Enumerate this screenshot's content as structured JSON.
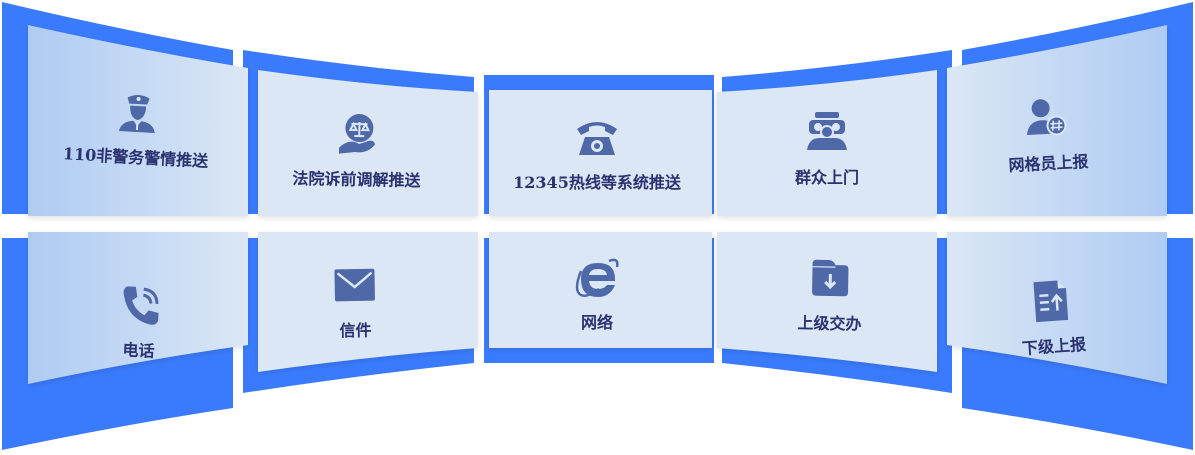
{
  "colors": {
    "frame": "#3a7bfd",
    "panel": "#dbe7f5",
    "panel_edge": "#aecbf3",
    "icon": "#4f68a8",
    "text": "#2b3270"
  },
  "top_row": [
    {
      "label": "110非警务警情推送",
      "icon": "police-icon"
    },
    {
      "label": "法院诉前调解推送",
      "icon": "justice-scale-icon"
    },
    {
      "label": "12345热线等系统推送",
      "icon": "telephone-icon"
    },
    {
      "label": "群众上门",
      "icon": "crowd-icon"
    },
    {
      "label": "网格员上报",
      "icon": "grid-officer-icon"
    }
  ],
  "bottom_row": [
    {
      "label": "电话",
      "icon": "phone-call-icon"
    },
    {
      "label": "信件",
      "icon": "mail-icon"
    },
    {
      "label": "网络",
      "icon": "internet-explorer-icon"
    },
    {
      "label": "上级交办",
      "icon": "folder-download-icon"
    },
    {
      "label": "下级上报",
      "icon": "file-upload-icon"
    }
  ]
}
